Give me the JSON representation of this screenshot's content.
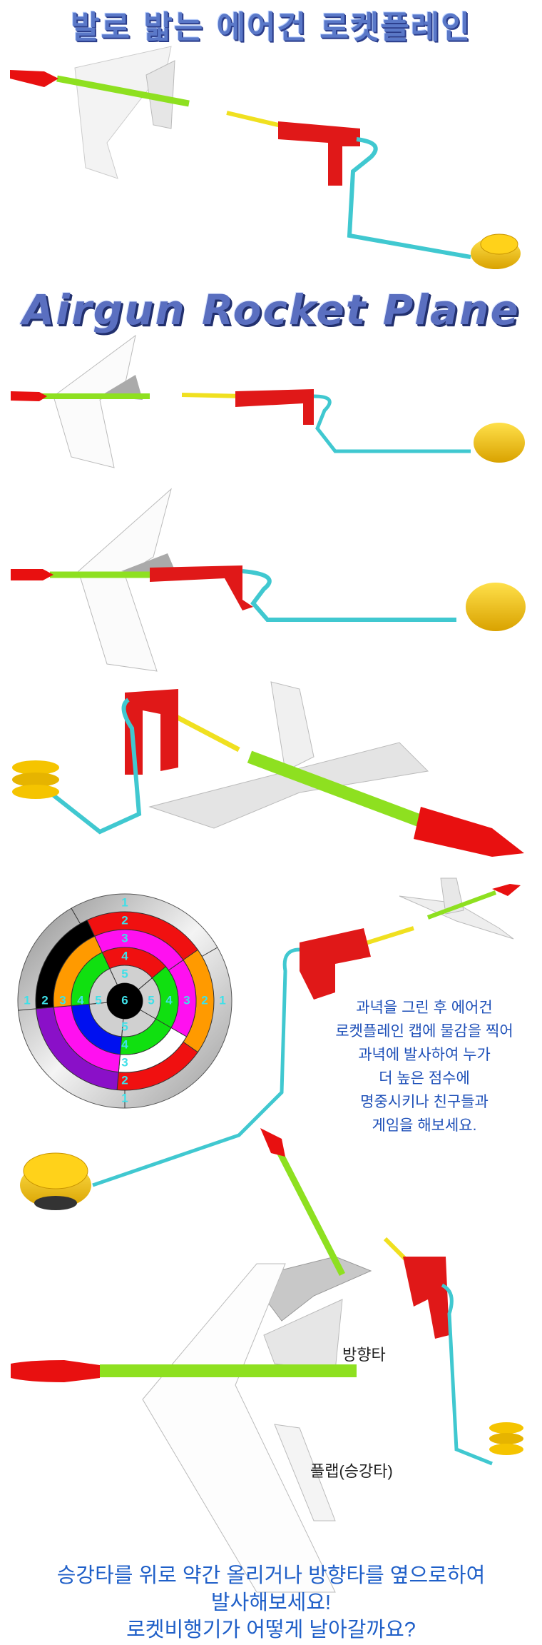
{
  "title_korean": "발로 밟는 에어건 로켓플레인",
  "title_english": "Airgun Rocket Plane",
  "target": {
    "center_label": "6",
    "ring_labels": [
      "1",
      "2",
      "3",
      "4",
      "5"
    ]
  },
  "instruction_lines": [
    "과녁을 그린 후 에어건",
    "로켓플레인 캡에 물감을 찍어",
    "과녁에 발사하여 누가",
    "더 높은 점수에",
    "명중시키나 친구들과",
    "게임을 해보세요."
  ],
  "labels": {
    "rudder": "방향타",
    "flap": "플랩(승강타)"
  },
  "bottom_lines": [
    "승강타를 위로 약간 올리거나 방향타를 옆으로하여",
    "발사해보세요!",
    "로켓비행기가 어떻게 날아갈까요?"
  ],
  "colors": {
    "nose": "#e81010",
    "tube": "#8ee020",
    "rod": "#f0e020",
    "launcher": "#e01818",
    "hose": "#40c8d0",
    "pump": "#f5c400",
    "text_blue": "#1f5fc8"
  }
}
